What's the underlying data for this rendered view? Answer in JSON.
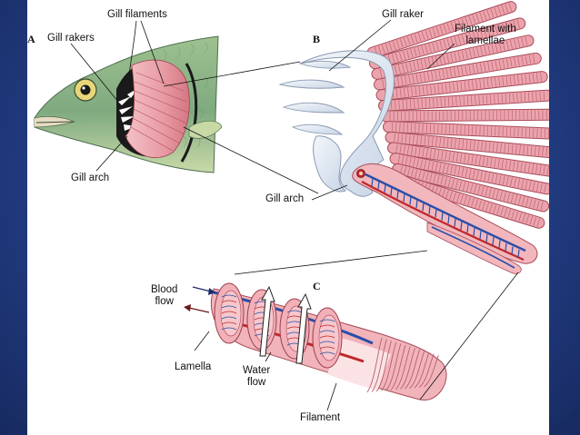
{
  "panels": {
    "a": "A",
    "b": "B",
    "c": "C"
  },
  "labels": {
    "gill_filaments": "Gill filaments",
    "gill_rakers": "Gill rakers",
    "gill_arch_a": "Gill arch",
    "gill_raker": "Gill raker",
    "filament_with_lamellae_1": "Filament with",
    "filament_with_lamellae_2": "lamellae",
    "gill_arch_b": "Gill arch",
    "blood_flow_1": "Blood",
    "blood_flow_2": "flow",
    "lamella": "Lamella",
    "water_flow_1": "Water",
    "water_flow_2": "flow",
    "filament": "Filament"
  },
  "colors": {
    "slide_background": "#233e86",
    "fish_skin": "#8fb88a",
    "gill_pink": "#e8a0a8",
    "gill_red": "#c0505e",
    "artery_blue": "#2a4ea8",
    "artery_red": "#c02828",
    "arch_white": "#dde6f2"
  }
}
